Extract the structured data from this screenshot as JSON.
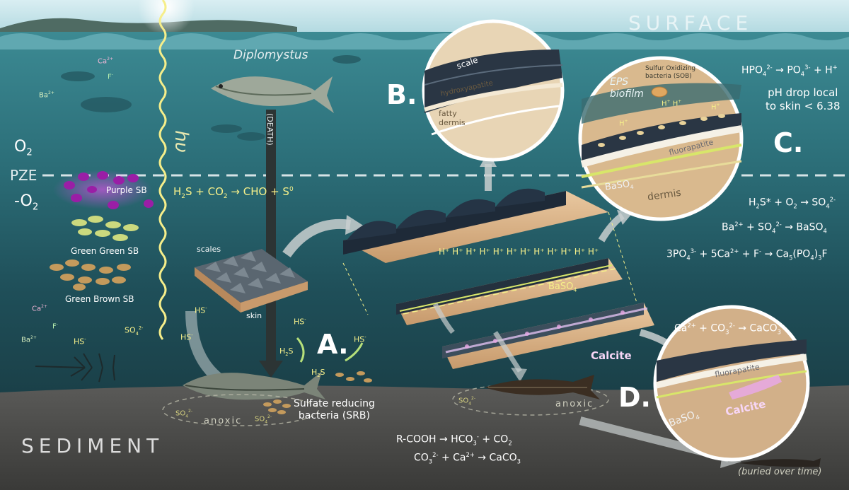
{
  "labels": {
    "surface": "SURFACE",
    "sediment": "SEDIMENT",
    "diplomystus": "Diplomystus",
    "death": "(DEATH)",
    "hv": "hυ",
    "o2": "O2",
    "pze": "PZE",
    "minus_o2": "-O2",
    "purple_sb": "Purple SB",
    "green_green_sb": "Green Green SB",
    "green_brown_sb": "Green Brown SB",
    "scales": "scales",
    "skin": "skin",
    "sulfate_reducing": "Sulfate reducing",
    "srb": "bacteria (SRB)",
    "anoxic_left": "anoxic",
    "anoxic_right": "anoxic",
    "calcite_main": "Calcite",
    "baso4_main": "BaSO4",
    "buried": "(buried over time)",
    "scale": "scale",
    "hydroxyapatite": "hydroxyapatite",
    "fatty_dermis_1": "fatty",
    "fatty_dermis_2": "dermis",
    "eps_biofilm_1": "EPS",
    "eps_biofilm_2": "biofilm",
    "sob_1": "Sulfur Oxidizing",
    "sob_2": "bacteria (SOB)",
    "fluorapatite_c": "fluorapatite",
    "baso4_c": "BaSO4",
    "dermis_c": "dermis",
    "fluorapatite_d": "fluorapatite",
    "baso4_d": "BaSO4",
    "calcite_d": "Calcite",
    "ph_drop_1": "pH drop local",
    "ph_drop_2": "to skin < 6.38",
    "panel_a": "A.",
    "panel_b": "B.",
    "panel_c": "C.",
    "panel_d": "D."
  },
  "ions": {
    "ca": "Ca2+",
    "ba": "Ba2+",
    "f": "F-",
    "hs": "HS-",
    "so4": "SO42-",
    "h2s": "H2S",
    "h_plus": "H+"
  },
  "equations": {
    "sulfide_oxidation_eq": "H2S + CO2 → CHO + S0",
    "hpo4": "HPO42- → PO43- + H+",
    "h2s_o2": "H2S* + O2 → SO42-",
    "ba_so4": "Ba2+ + SO42- → BaSO4",
    "fluorapatite_eq": "3PO43- + 5Ca2+ + F- → Ca5(PO4)3F",
    "calcite_eq": "Ca2+ + CO32- → CaCO3",
    "rcooh": "R-COOH → HCO3- + CO2",
    "co3_ca": "CO32- + Ca2+ → CaCO3"
  },
  "colors": {
    "sky": "#bfe1e8",
    "water_upper": "#2f7a84",
    "water_lower": "#1f4d57",
    "sediment": "#4a4a48",
    "equation_yellow": "#f6f08a",
    "calcite_pink": "#e9a9e6",
    "purple_bacteria": "#b01fb8",
    "green_bacteria": "#c6d77a",
    "brown_bacteria": "#c49a5c"
  }
}
